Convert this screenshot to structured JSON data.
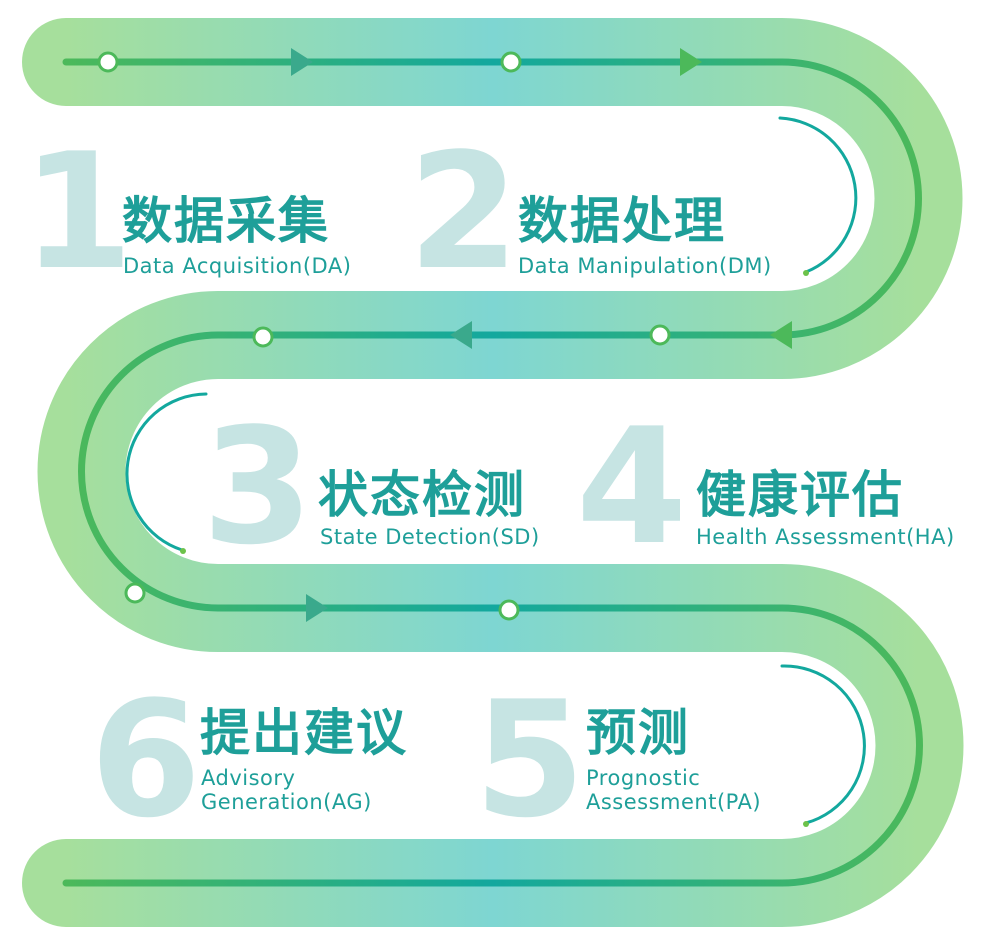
{
  "colors": {
    "band_outer": "#a6df9c",
    "band_inner": "#7ed6d2",
    "line_green": "#4cb95a",
    "line_teal": "#13a89e",
    "number": "#c6e4e3",
    "text": "#1e9f99"
  },
  "steps": [
    {
      "number": "1",
      "zh": "数据采集",
      "en": "Data Acquisition(DA)"
    },
    {
      "number": "2",
      "zh": "数据处理",
      "en": "Data Manipulation(DM)"
    },
    {
      "number": "3",
      "zh": "状态检测",
      "en": "State Detection(SD)"
    },
    {
      "number": "4",
      "zh": "健康评估",
      "en": "Health Assessment(HA)"
    },
    {
      "number": "5",
      "zh": "预测",
      "en": "Prognostic\nAssessment(PA)"
    },
    {
      "number": "6",
      "zh": "提出建议",
      "en": "Advisory\nGeneration(AG)"
    }
  ]
}
